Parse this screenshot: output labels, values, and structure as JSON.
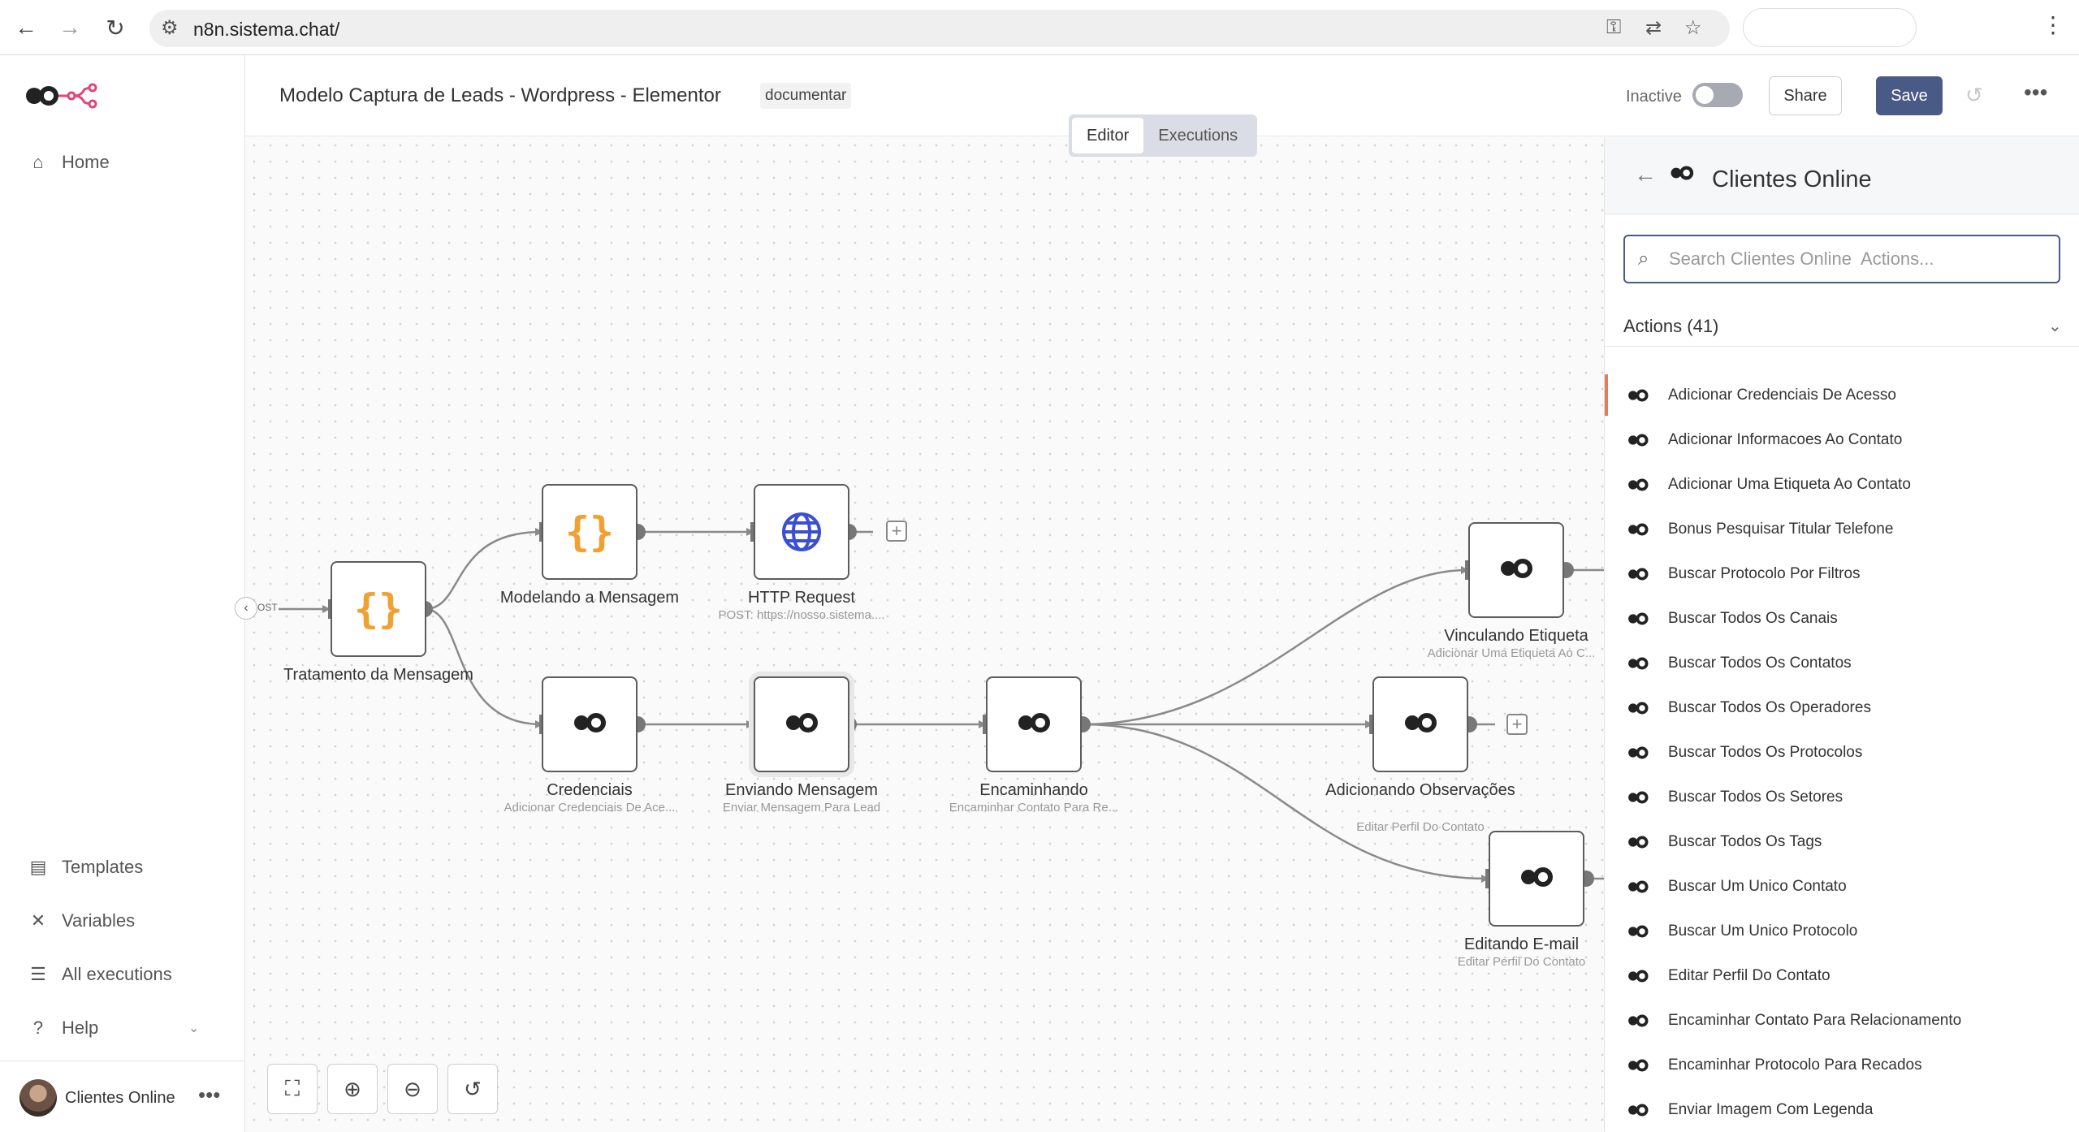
{
  "browser": {
    "url": "n8n.sistema.chat/"
  },
  "sidebar": {
    "home": "Home",
    "templates": "Templates",
    "variables": "Variables",
    "executions": "All executions",
    "help": "Help",
    "user": "Clientes Online"
  },
  "header": {
    "title": "Modelo Captura de Leads - Wordpress - Elementor",
    "tag": "documentar",
    "status": "Inactive",
    "share": "Share",
    "save": "Save"
  },
  "tabs": [
    "Editor",
    "Executions"
  ],
  "canvas": {
    "trigger_stub": "OST",
    "nodes": {
      "tratamento": {
        "label": "Tratamento da Mensagem",
        "sub": ""
      },
      "modelando": {
        "label": "Modelando a Mensagem",
        "sub": ""
      },
      "http": {
        "label": "HTTP Request",
        "sub": "POST: https://nosso.sistema...."
      },
      "credenciais": {
        "label": "Credenciais",
        "sub": "Adicionar Credenciais De Ace..."
      },
      "enviando": {
        "label": "Enviando Mensagem",
        "sub": "Enviar Mensagem Para Lead"
      },
      "encaminhando": {
        "label": "Encaminhando",
        "sub": "Encaminhar Contato Para Re..."
      },
      "vinculando": {
        "label": "Vinculando Etiqueta",
        "sub": "Adicionar Uma Etiqueta Ao C..."
      },
      "observacoes": {
        "label": "Adicionando Observações",
        "sub": "Editar Perfil Do Contato"
      },
      "email": {
        "label": "Editando E-mail",
        "sub": "Editar Perfil Do Contato"
      }
    }
  },
  "panel": {
    "title": "Clientes Online",
    "search_placeholder": "Search Clientes Online  Actions...",
    "actions_title": "Actions (41)",
    "actions": [
      "Adicionar Credenciais De Acesso",
      "Adicionar Informacoes Ao Contato",
      "Adicionar Uma Etiqueta Ao Contato",
      "Bonus Pesquisar Titular Telefone",
      "Buscar Protocolo Por Filtros",
      "Buscar Todos Os Canais",
      "Buscar Todos Os Contatos",
      "Buscar Todos Os Operadores",
      "Buscar Todos Os Protocolos",
      "Buscar Todos Os Setores",
      "Buscar Todos Os Tags",
      "Buscar Um Unico Contato",
      "Buscar Um Unico Protocolo",
      "Editar Perfil Do Contato",
      "Encaminhar Contato Para Relacionamento",
      "Encaminhar Protocolo Para Recados",
      "Enviar Imagem Com Legenda"
    ]
  },
  "colors": {
    "accent": "#4a5a86",
    "brand_pink": "#e0457b",
    "code_orange": "#f0a133",
    "http_blue": "#3b4fd1"
  }
}
